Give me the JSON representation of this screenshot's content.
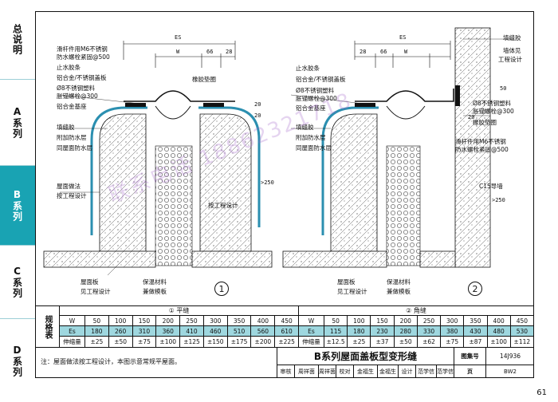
{
  "tabs": [
    {
      "label": "总说明"
    },
    {
      "label": "A系列"
    },
    {
      "label": "B系列"
    },
    {
      "label": "C系列"
    },
    {
      "label": "D系列"
    }
  ],
  "drawing1": {
    "dim_es": "ES",
    "dim_w": "W",
    "dim_66": "66",
    "dim_28": "28",
    "dim_20a": "20",
    "dim_20b": "20",
    "dim_250": ">250",
    "callouts": [
      "滑杆件用M6不锈钢",
      "防水螺栓紧固@500",
      "止水胶条",
      "铝合金/不锈钢盖板",
      "Ø8不锈钢塑料",
      "胀锚螺栓@300",
      "铝合金基座",
      "橡胶垫圈",
      "填缝胶",
      "附加防水层",
      "同屋面防水层",
      "屋面做法",
      "按工程设计",
      "按工程设计",
      "屋面板",
      "见工程设计",
      "保温材料",
      "兼做模板"
    ],
    "number": "1"
  },
  "drawing2": {
    "dim_es": "ES",
    "dim_w": "W",
    "dim_28": "28",
    "dim_66": "66",
    "dim_50": "50",
    "dim_20": "20",
    "dim_250": ">250",
    "callouts": [
      "填缝胶",
      "墙体见",
      "工程设计",
      "止水胶条",
      "铝合金/不锈钢盖板",
      "Ø8不锈钢塑料",
      "胀锚螺栓@300",
      "铝合金基座",
      "Ø8不锈钢塑料",
      "胀锚螺栓@300",
      "橡胶垫圈",
      "滑杆件用M6不锈钢",
      "防水螺栓紧固@500",
      "填缝胶",
      "附加防水层",
      "同屋面防水层",
      "C15导墙",
      "屋面板",
      "见工程设计",
      "保温材料",
      "兼做模板"
    ],
    "number": "2"
  },
  "spec": {
    "side_label": "规格表",
    "group1": {
      "title": "① 平缝",
      "rows": [
        {
          "k": "W",
          "v": [
            "50",
            "100",
            "150",
            "200",
            "250",
            "300",
            "350",
            "400",
            "450"
          ]
        },
        {
          "k": "Es",
          "v": [
            "180",
            "260",
            "310",
            "360",
            "410",
            "460",
            "510",
            "560",
            "610"
          ]
        },
        {
          "k": "伸缩量",
          "v": [
            "±25",
            "±50",
            "±75",
            "±100",
            "±125",
            "±150",
            "±175",
            "±200",
            "±225"
          ]
        }
      ]
    },
    "group2": {
      "title": "② 角缝",
      "rows": [
        {
          "k": "W",
          "v": [
            "50",
            "100",
            "150",
            "200",
            "250",
            "300",
            "350",
            "400",
            "450"
          ]
        },
        {
          "k": "Es",
          "v": [
            "115",
            "180",
            "230",
            "280",
            "330",
            "380",
            "430",
            "480",
            "530"
          ]
        },
        {
          "k": "伸缩量",
          "v": [
            "±12.5",
            "±25",
            "±37",
            "±50",
            "±62",
            "±75",
            "±87",
            "±100",
            "±112"
          ]
        }
      ]
    }
  },
  "note": "注：屋面做法按工程设计，本图示意常规平屋面。",
  "title_block": {
    "title": "B系列屋面盖板型变形缝",
    "atlas_label": "图集号",
    "atlas_no": "14J936",
    "page_label": "页",
    "page_code": "BW2",
    "sig_cells": [
      "审核",
      "周祥茵",
      "周祥茵",
      "校对",
      "金福生",
      "金福生",
      "设计",
      "范学信",
      "范学信"
    ]
  },
  "page_number": "61",
  "watermark": "联系电话 18862321718",
  "colors": {
    "accent": "#19a3b3",
    "highlight_row": "#9ed7df"
  }
}
